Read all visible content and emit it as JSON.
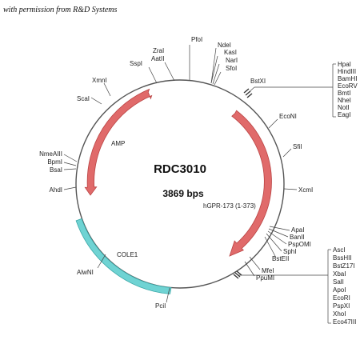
{
  "credit": "with permission from R&D Systems",
  "plasmid": {
    "name": "RDC3010",
    "size": "3869 bps"
  },
  "features": {
    "amp": "AMP",
    "insert": "hGPR-173 (1-373)",
    "origin": "COLE1"
  },
  "colors": {
    "arrow_red": "#e06a6a",
    "origin_cyan": "#6fd3d3",
    "backbone": "#555555"
  },
  "sites": {
    "pfoi": "PfoI",
    "zrai": "ZraI",
    "aatii": "AatII",
    "sspi": "SspI",
    "ndei": "NdeI",
    "kasi": "KasI",
    "nari": "NarI",
    "sfoi": "SfoI",
    "bstxi": "BstXI",
    "xmni": "XmnI",
    "scai": "ScaI",
    "econi": "EcoNI",
    "sfii": "SfiI",
    "nmeaiii": "NmeAIII",
    "bpmi": "BpmI",
    "bsai": "BsaI",
    "ahdi": "AhdI",
    "xcmi": "XcmI",
    "apai": "ApaI",
    "banii": "BanII",
    "pspomi": "PspOMI",
    "sphi": "SphI",
    "bsteii": "BstEII",
    "mfei": "MfeI",
    "ppumi": "PpuMI",
    "alwni": "AlwNI",
    "pcii": "PciI"
  },
  "mcs_top": [
    "HpaI",
    "HindIII",
    "BamHI",
    "EcoRV",
    "BmtI",
    "NheI",
    "NotI",
    "EagI"
  ],
  "mcs_bottom": [
    "AscI",
    "BssHII",
    "BstZ17I",
    "XbaI",
    "SalI",
    "ApoI",
    "EcoRI",
    "PspXI",
    "XhoI",
    "Eco47III"
  ]
}
